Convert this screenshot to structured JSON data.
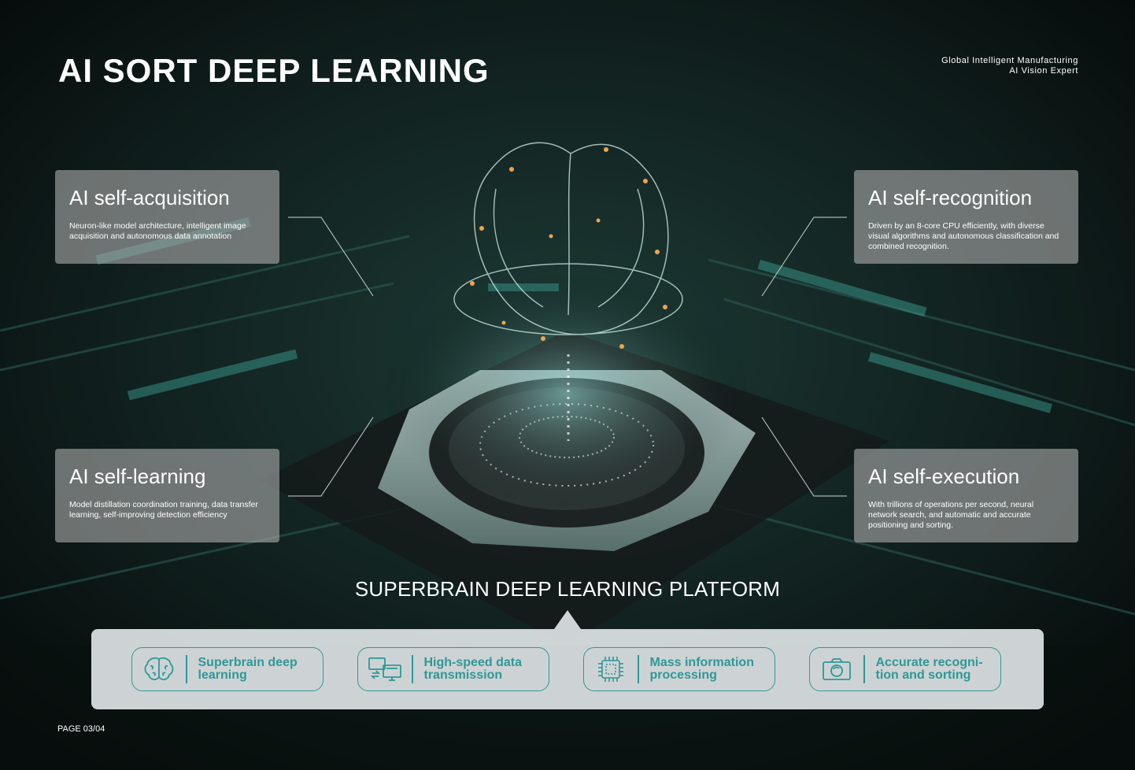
{
  "title": "AI SORT DEEP LEARNING",
  "tagline": {
    "line1": "Global Intelligent Manufacturing",
    "line2": "AI Vision Expert"
  },
  "cards": [
    {
      "title": "AI self-acquisition",
      "text": "Neuron-like model architecture, intelligent image acquisition and autonomous data annotation"
    },
    {
      "title": "AI self-recognition",
      "text": "Driven by an 8-core CPU efficiently, with diverse visual algorithms and autonomous classification and combined recognition."
    },
    {
      "title": "AI self-learning",
      "text": "Model distillation coordination training, data transfer learning, self-improving detection efficiency"
    },
    {
      "title": "AI self-execution",
      "text": "With trillions of operations per second, neural network search, and automatic and accurate positioning and sorting."
    }
  ],
  "platform_title": "SUPERBRAIN DEEP LEARNING PLATFORM",
  "features": [
    {
      "label": "Superbrain deep learning",
      "icon": "brain-icon"
    },
    {
      "label": "High-speed data transmission",
      "icon": "computer-network-icon"
    },
    {
      "label": "Mass information processing",
      "icon": "chip-icon"
    },
    {
      "label": "Accurate recogni- tion and sorting",
      "icon": "camera-icon"
    }
  ],
  "page_label": "PAGE 03/04",
  "colors": {
    "accent": "#2f9896",
    "background": "#0b1412"
  }
}
